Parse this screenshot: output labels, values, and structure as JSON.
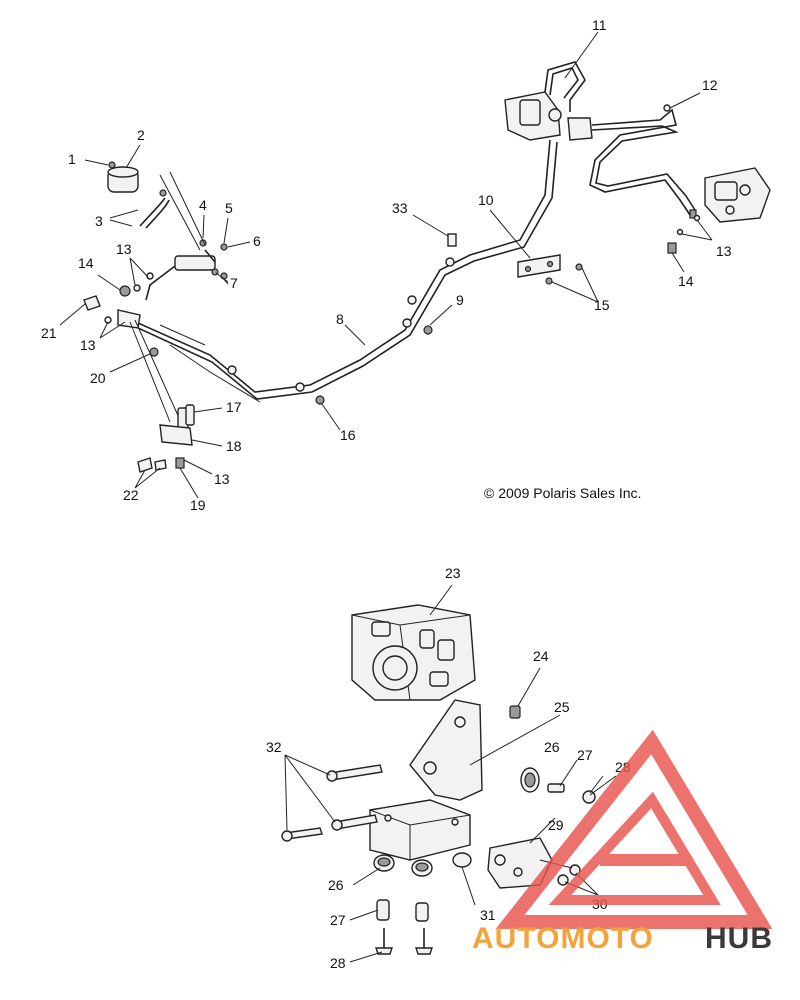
{
  "callouts": {
    "c1": "1",
    "c2": "2",
    "c3": "3",
    "c4": "4",
    "c5": "5",
    "c6": "6",
    "c7": "7",
    "c8": "8",
    "c9": "9",
    "c10": "10",
    "c11": "11",
    "c12": "12",
    "c13a": "13",
    "c13b": "13",
    "c13c": "13",
    "c13d": "13",
    "c14a": "14",
    "c14b": "14",
    "c15": "15",
    "c16": "16",
    "c17": "17",
    "c18": "18",
    "c19": "19",
    "c20": "20",
    "c21": "21",
    "c22": "22",
    "c23": "23",
    "c24": "24",
    "c25": "25",
    "c26a": "26",
    "c26b": "26",
    "c27a": "27",
    "c27b": "27",
    "c28a": "28",
    "c28b": "28",
    "c29": "29",
    "c30": "30",
    "c31": "31",
    "c32": "32",
    "c33": "33"
  },
  "copyright": "© 2009 Polaris Sales Inc.",
  "watermark": {
    "part1": "AUTOMOTO",
    "part2": "HUB",
    "color_primary": "#e8544e",
    "color_secondary": "#f4a33a",
    "color_dark": "#3a3a3a"
  }
}
